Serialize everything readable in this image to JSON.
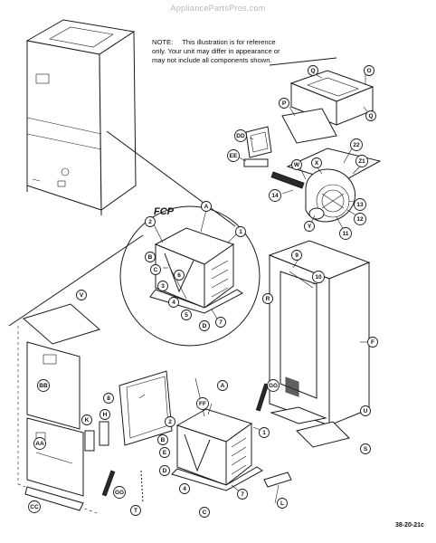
{
  "watermark": "AppliancePartsPros.com",
  "note": {
    "label": "NOTE:",
    "text": "This illustration is for reference only. Your unit may differ in appearance or may not include all components shown."
  },
  "inset_title": "FCP",
  "drawing_number": "38-20-21c",
  "callouts": {
    "top": [
      "Q",
      "O",
      "P",
      "Q",
      "DD",
      "22",
      "EE",
      "W",
      "X",
      "Z1",
      "14",
      "13",
      "12",
      "Y",
      "11"
    ],
    "inset": [
      "A",
      "2",
      "1",
      "B",
      "C",
      "3",
      "4",
      "5",
      "D",
      "6",
      "7"
    ],
    "cabinet": [
      "9",
      "10",
      "R",
      "F",
      "U",
      "S"
    ],
    "lower": [
      "V",
      "BB",
      "K",
      "H",
      "AA",
      "CC",
      "GG",
      "8",
      "2",
      "A",
      "FF",
      "E",
      "B",
      "1",
      "D",
      "4",
      "7",
      "C",
      "T",
      "GG",
      "L"
    ]
  }
}
